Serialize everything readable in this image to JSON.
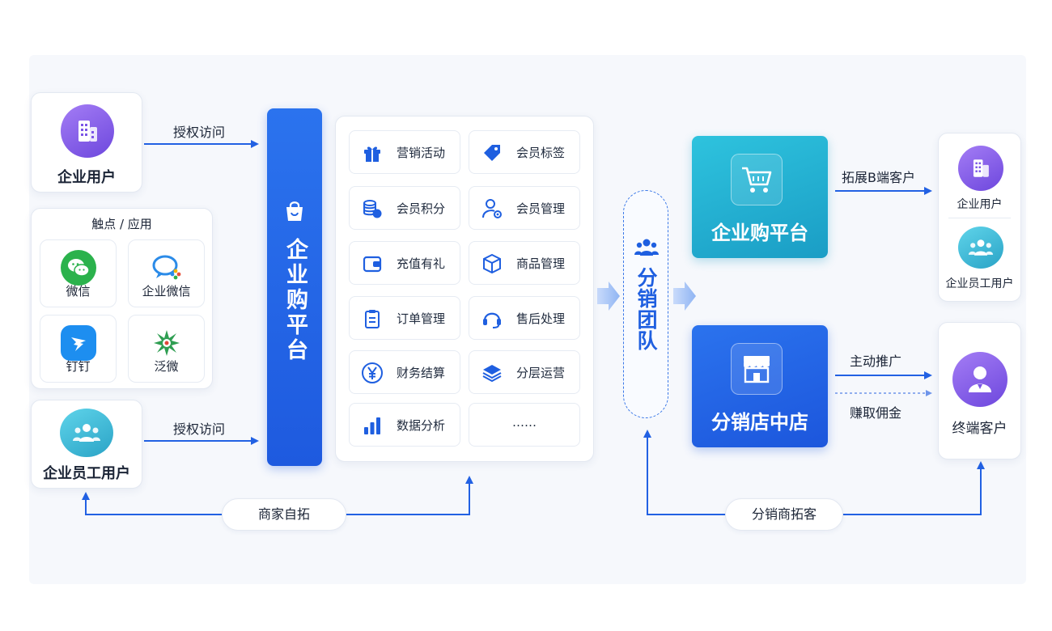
{
  "left": {
    "enterprise_user": {
      "label": "企业用户",
      "icon": "building-icon"
    },
    "touchpoints": {
      "title": "触点 / 应用",
      "apps": [
        {
          "label": "微信",
          "icon": "wechat-icon"
        },
        {
          "label": "企业微信",
          "icon": "wecom-icon"
        },
        {
          "label": "钉钉",
          "icon": "dingtalk-icon"
        },
        {
          "label": "泛微",
          "icon": "fanwei-icon"
        }
      ]
    },
    "employee_user": {
      "label": "企业员工用户",
      "icon": "people-icon"
    }
  },
  "arrows": {
    "auth_top": "授权访问",
    "auth_bottom": "授权访问",
    "self_expand": "商家自拓",
    "expand_b": "拓展B端客户",
    "active_promo": "主动推广",
    "earn_commission": "赚取佣金",
    "distributor_expand": "分销商拓客"
  },
  "platform_bar": {
    "label": "企业购平台",
    "icon": "shopping-bag-icon"
  },
  "features": [
    {
      "label": "营销活动",
      "icon": "gift-icon"
    },
    {
      "label": "会员标签",
      "icon": "tag-icon"
    },
    {
      "label": "会员积分",
      "icon": "coins-icon"
    },
    {
      "label": "会员管理",
      "icon": "user-settings-icon"
    },
    {
      "label": "充值有礼",
      "icon": "wallet-icon"
    },
    {
      "label": "商品管理",
      "icon": "box-icon"
    },
    {
      "label": "订单管理",
      "icon": "clipboard-icon"
    },
    {
      "label": "售后处理",
      "icon": "headset-icon"
    },
    {
      "label": "财务结算",
      "icon": "yen-icon"
    },
    {
      "label": "分层运营",
      "icon": "layers-icon"
    },
    {
      "label": "数据分析",
      "icon": "bar-chart-icon"
    },
    {
      "label": "……",
      "icon": ""
    }
  ],
  "team": {
    "label": "分销团队",
    "icon": "team-icon"
  },
  "right": {
    "platform_card": {
      "label": "企业购平台",
      "icon": "cart-icon"
    },
    "store_card": {
      "label": "分销店中店",
      "icon": "store-icon"
    },
    "targets_top": [
      {
        "label": "企业用户",
        "icon": "building-icon"
      },
      {
        "label": "企业员工用户",
        "icon": "people-icon"
      }
    ],
    "end_customer": {
      "label": "终端客户",
      "icon": "person-icon"
    }
  },
  "colors": {
    "primary_blue": "#1f5fe0",
    "arrow_blue": "#2261e3",
    "teal": "#1ba5c9",
    "purple": "#7550e4"
  }
}
